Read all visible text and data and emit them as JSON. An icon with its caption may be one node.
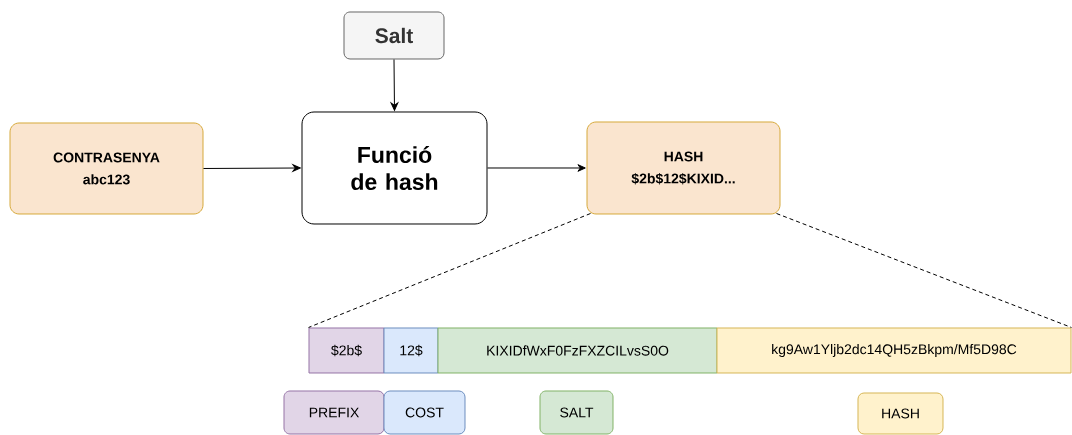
{
  "diagram": {
    "nodes": [
      {
        "text": [
          "CONTRASENYA",
          "abc123"
        ]
      },
      {
        "text": [
          "Salt"
        ]
      },
      {
        "text": [
          "Funció de hash"
        ]
      },
      {
        "text": [
          "HASH",
          "$2b$12$KIXID..."
        ]
      },
      {
        "text": [
          "$2b$"
        ]
      },
      {
        "text": [
          "12$"
        ]
      },
      {
        "text": [
          "KIXIDfWxF0FzFXZCILvsS0O"
        ]
      },
      {
        "text": [
          "kg9Aw1Yljb2dc14QH5zBkpm/Mf5D98C"
        ]
      },
      {
        "text": [
          "PREFIX"
        ]
      },
      {
        "text": [
          "COST"
        ]
      },
      {
        "text": [
          "SALT"
        ]
      },
      {
        "text": [
          "HASH"
        ]
      }
    ],
    "edges": [
      {
        "from": 0,
        "to": 2,
        "arrow": "to"
      },
      {
        "from": 1,
        "to": 2,
        "arrow": "to"
      },
      {
        "from": 2,
        "to": 3,
        "arrow": "to"
      },
      {
        "from": 3,
        "to": 4,
        "arrow": "none",
        "style": "dashed"
      },
      {
        "from": 3,
        "to": 7,
        "arrow": "none",
        "style": "dashed"
      }
    ]
  }
}
